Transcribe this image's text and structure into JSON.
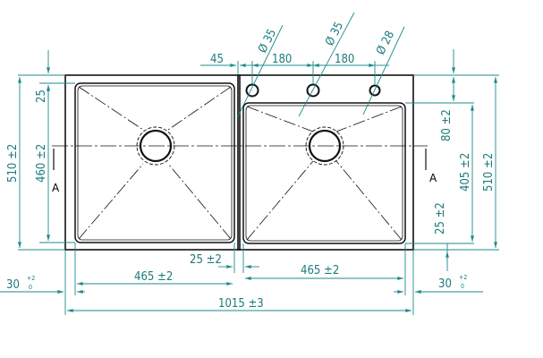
{
  "drawing": {
    "colors": {
      "outline": "#111111",
      "dimension": "#1f8a8c",
      "background": "#ffffff"
    },
    "section_mark": "A",
    "dimensions": {
      "hole_1": "Ø 35",
      "hole_2": "Ø 35",
      "hole_3": "Ø 28",
      "edge_to_hole": "45",
      "hole_spacing_1": "180",
      "hole_spacing_2": "180",
      "back_margin": "25",
      "height_left_outer": "510 ±2",
      "height_left_bowl": "460 ±2",
      "height_right_back": "80 ±2",
      "height_right_bowl": "405 ±2",
      "height_right_outer": "510 ±2",
      "front_margin": "25 ±2",
      "divider": "25 ±2",
      "bowl_width_left": "465 ±2",
      "bowl_width_right": "465 ±2",
      "side_left": "30",
      "side_right": "30",
      "tolerance_upper": "+2",
      "tolerance_lower": "0",
      "overall_width": "1015 ±3"
    }
  }
}
